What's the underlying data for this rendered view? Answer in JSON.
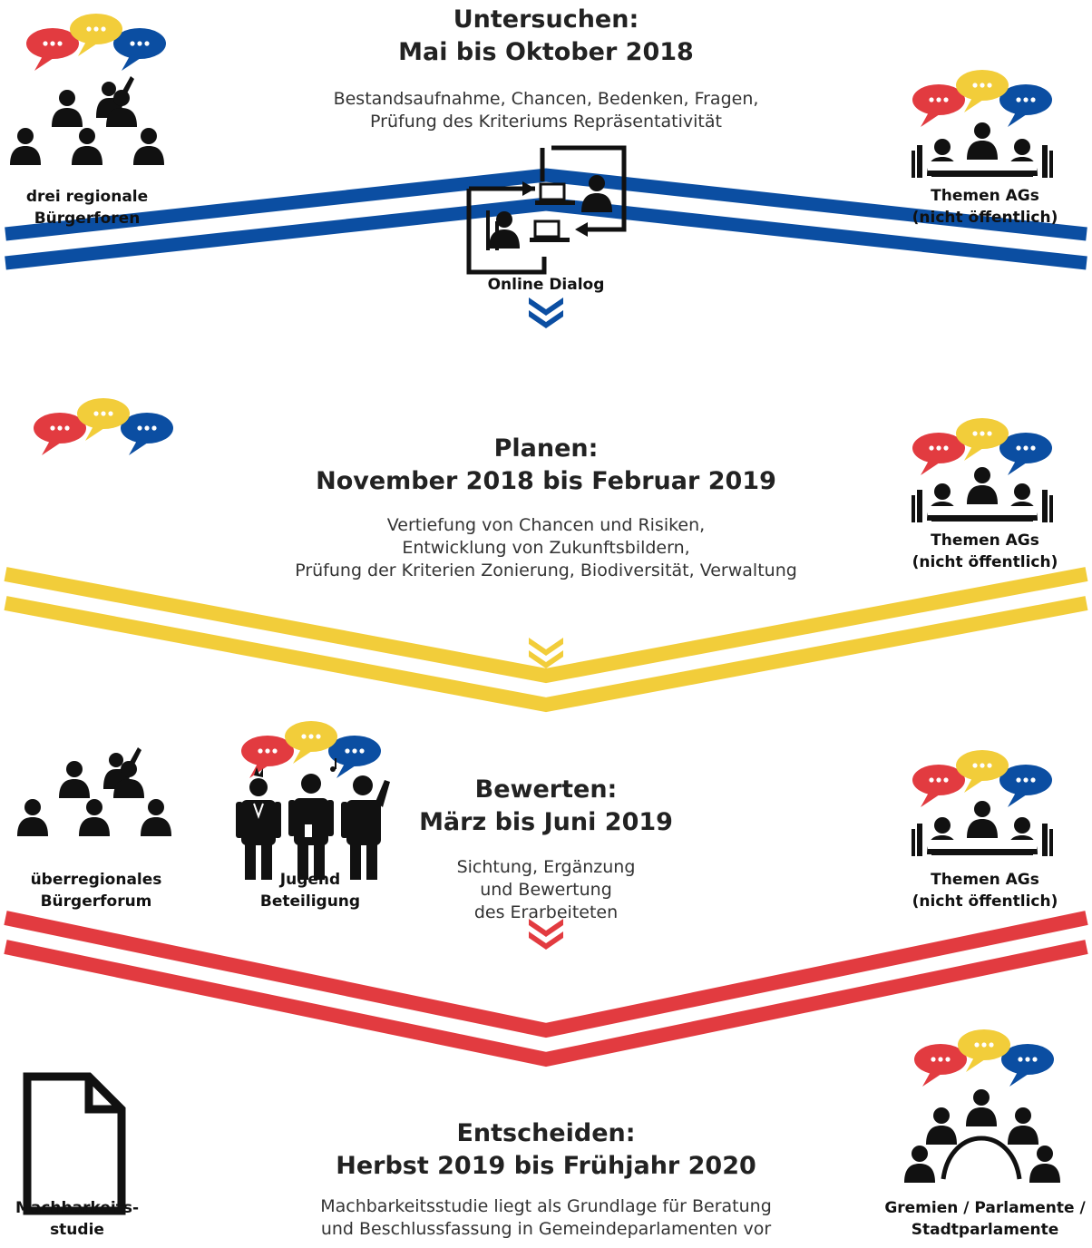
{
  "colors": {
    "blue": "#0b4ea2",
    "yellow": "#f2cd3a",
    "red": "#e23b40",
    "dark": "#111111",
    "text": "#333333"
  },
  "phases": [
    {
      "title_lines": [
        "Untersuchen:",
        "Mai bis Oktober 2018"
      ],
      "description_lines": [
        "Bestandsaufnahme, Chancen, Bedenken, Fragen,",
        "Prüfung des Kriteriums Repräsentativität"
      ]
    },
    {
      "title_lines": [
        "Planen:",
        "November 2018 bis Februar 2019"
      ],
      "description_lines": [
        "Vertiefung von Chancen und Risiken,",
        "Entwicklung von Zukunftsbildern,",
        "Prüfung der Kriterien Zonierung, Biodiversität, Verwaltung"
      ]
    },
    {
      "title_lines": [
        "Bewerten:",
        "März bis Juni 2019"
      ],
      "description_lines": [
        "Sichtung, Ergänzung",
        "und Bewertung",
        "des Erarbeiteten"
      ]
    },
    {
      "title_lines": [
        "Entscheiden:",
        "Herbst 2019 bis Frühjahr 2020"
      ],
      "description_lines": [
        "Machbarkeitsstudie liegt als Grundlage für Beratung",
        "und Beschlussfassung in Gemeindeparlamenten vor"
      ]
    }
  ],
  "labels": {
    "buergerforen": [
      "drei regionale",
      "Bürgerforen"
    ],
    "online_dialog": "Online Dialog",
    "themen_ags": [
      "Themen AGs",
      "(nicht öffentlich)"
    ],
    "ueberregional": [
      "überregionales",
      "Bürgerforum"
    ],
    "jugend": [
      "Jugend",
      "Beteiligung"
    ],
    "machbarkeit": [
      "Machbarkeits-",
      "studie"
    ],
    "gremien": [
      "Gremien / Parlamente /",
      "Stadtparlamente"
    ]
  },
  "icons": {
    "bubble": "speech-bubble-icon",
    "assembly": "citizen-assembly-icon",
    "working_group": "working-group-table-icon",
    "online": "online-dialog-icon",
    "youth": "youth-group-icon",
    "document": "document-icon",
    "parliament": "parliament-icon"
  }
}
